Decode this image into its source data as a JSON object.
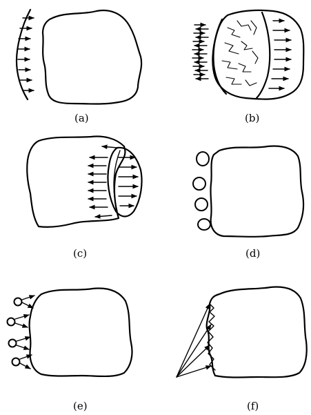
{
  "panels": [
    {
      "id": "a",
      "label": "(a)"
    },
    {
      "id": "b",
      "label": "(b)"
    },
    {
      "id": "c",
      "label": "(c)"
    },
    {
      "id": "d",
      "label": "(d)"
    },
    {
      "id": "e",
      "label": "(e)"
    },
    {
      "id": "f",
      "label": "(f)"
    }
  ]
}
